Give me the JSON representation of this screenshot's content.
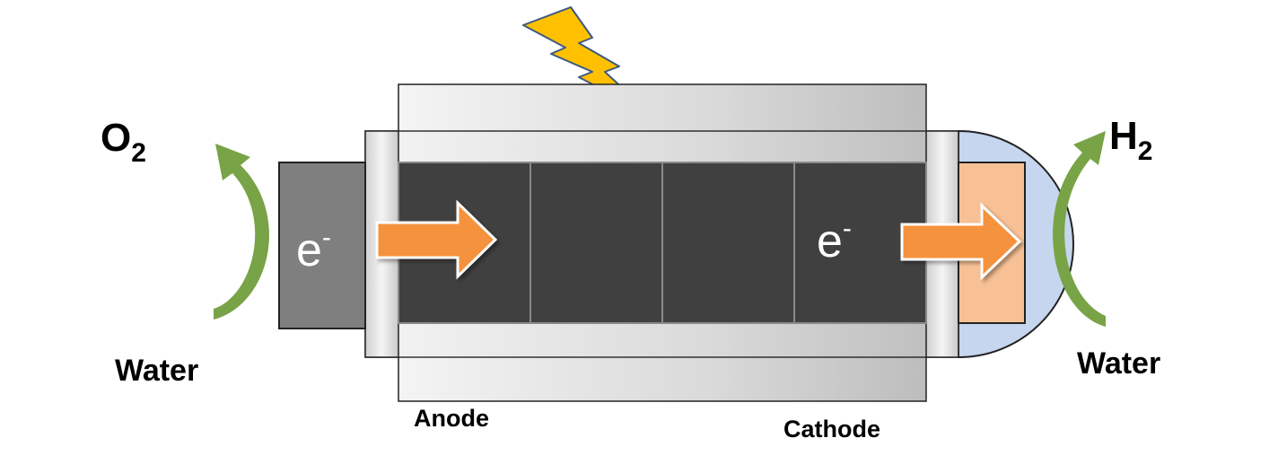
{
  "labels": {
    "oxygen": "O",
    "oxygen_subscript": "2",
    "hydrogen": "H",
    "hydrogen_subscript": "2",
    "water_left": "Water",
    "water_right": "Water",
    "anode": "Anode",
    "cathode": "Cathode",
    "electron_left": "e",
    "electron_left_sup": "-",
    "electron_right": "e",
    "electron_right_sup": "-"
  },
  "colors": {
    "cell_dark": "#404040",
    "anode_block": "#7f7f7f",
    "cathode_block": "#f8c195",
    "cathode_dome": "#c5d6ee",
    "arrow_orange": "#f5923e",
    "curved_arrow_green": "#78a346",
    "lightning": "#ffc000"
  },
  "icons": {
    "lightning": "lightning-bolt-icon",
    "flow_arrow": "right-arrow-icon",
    "curved_arrow": "curved-up-arrow-icon"
  }
}
